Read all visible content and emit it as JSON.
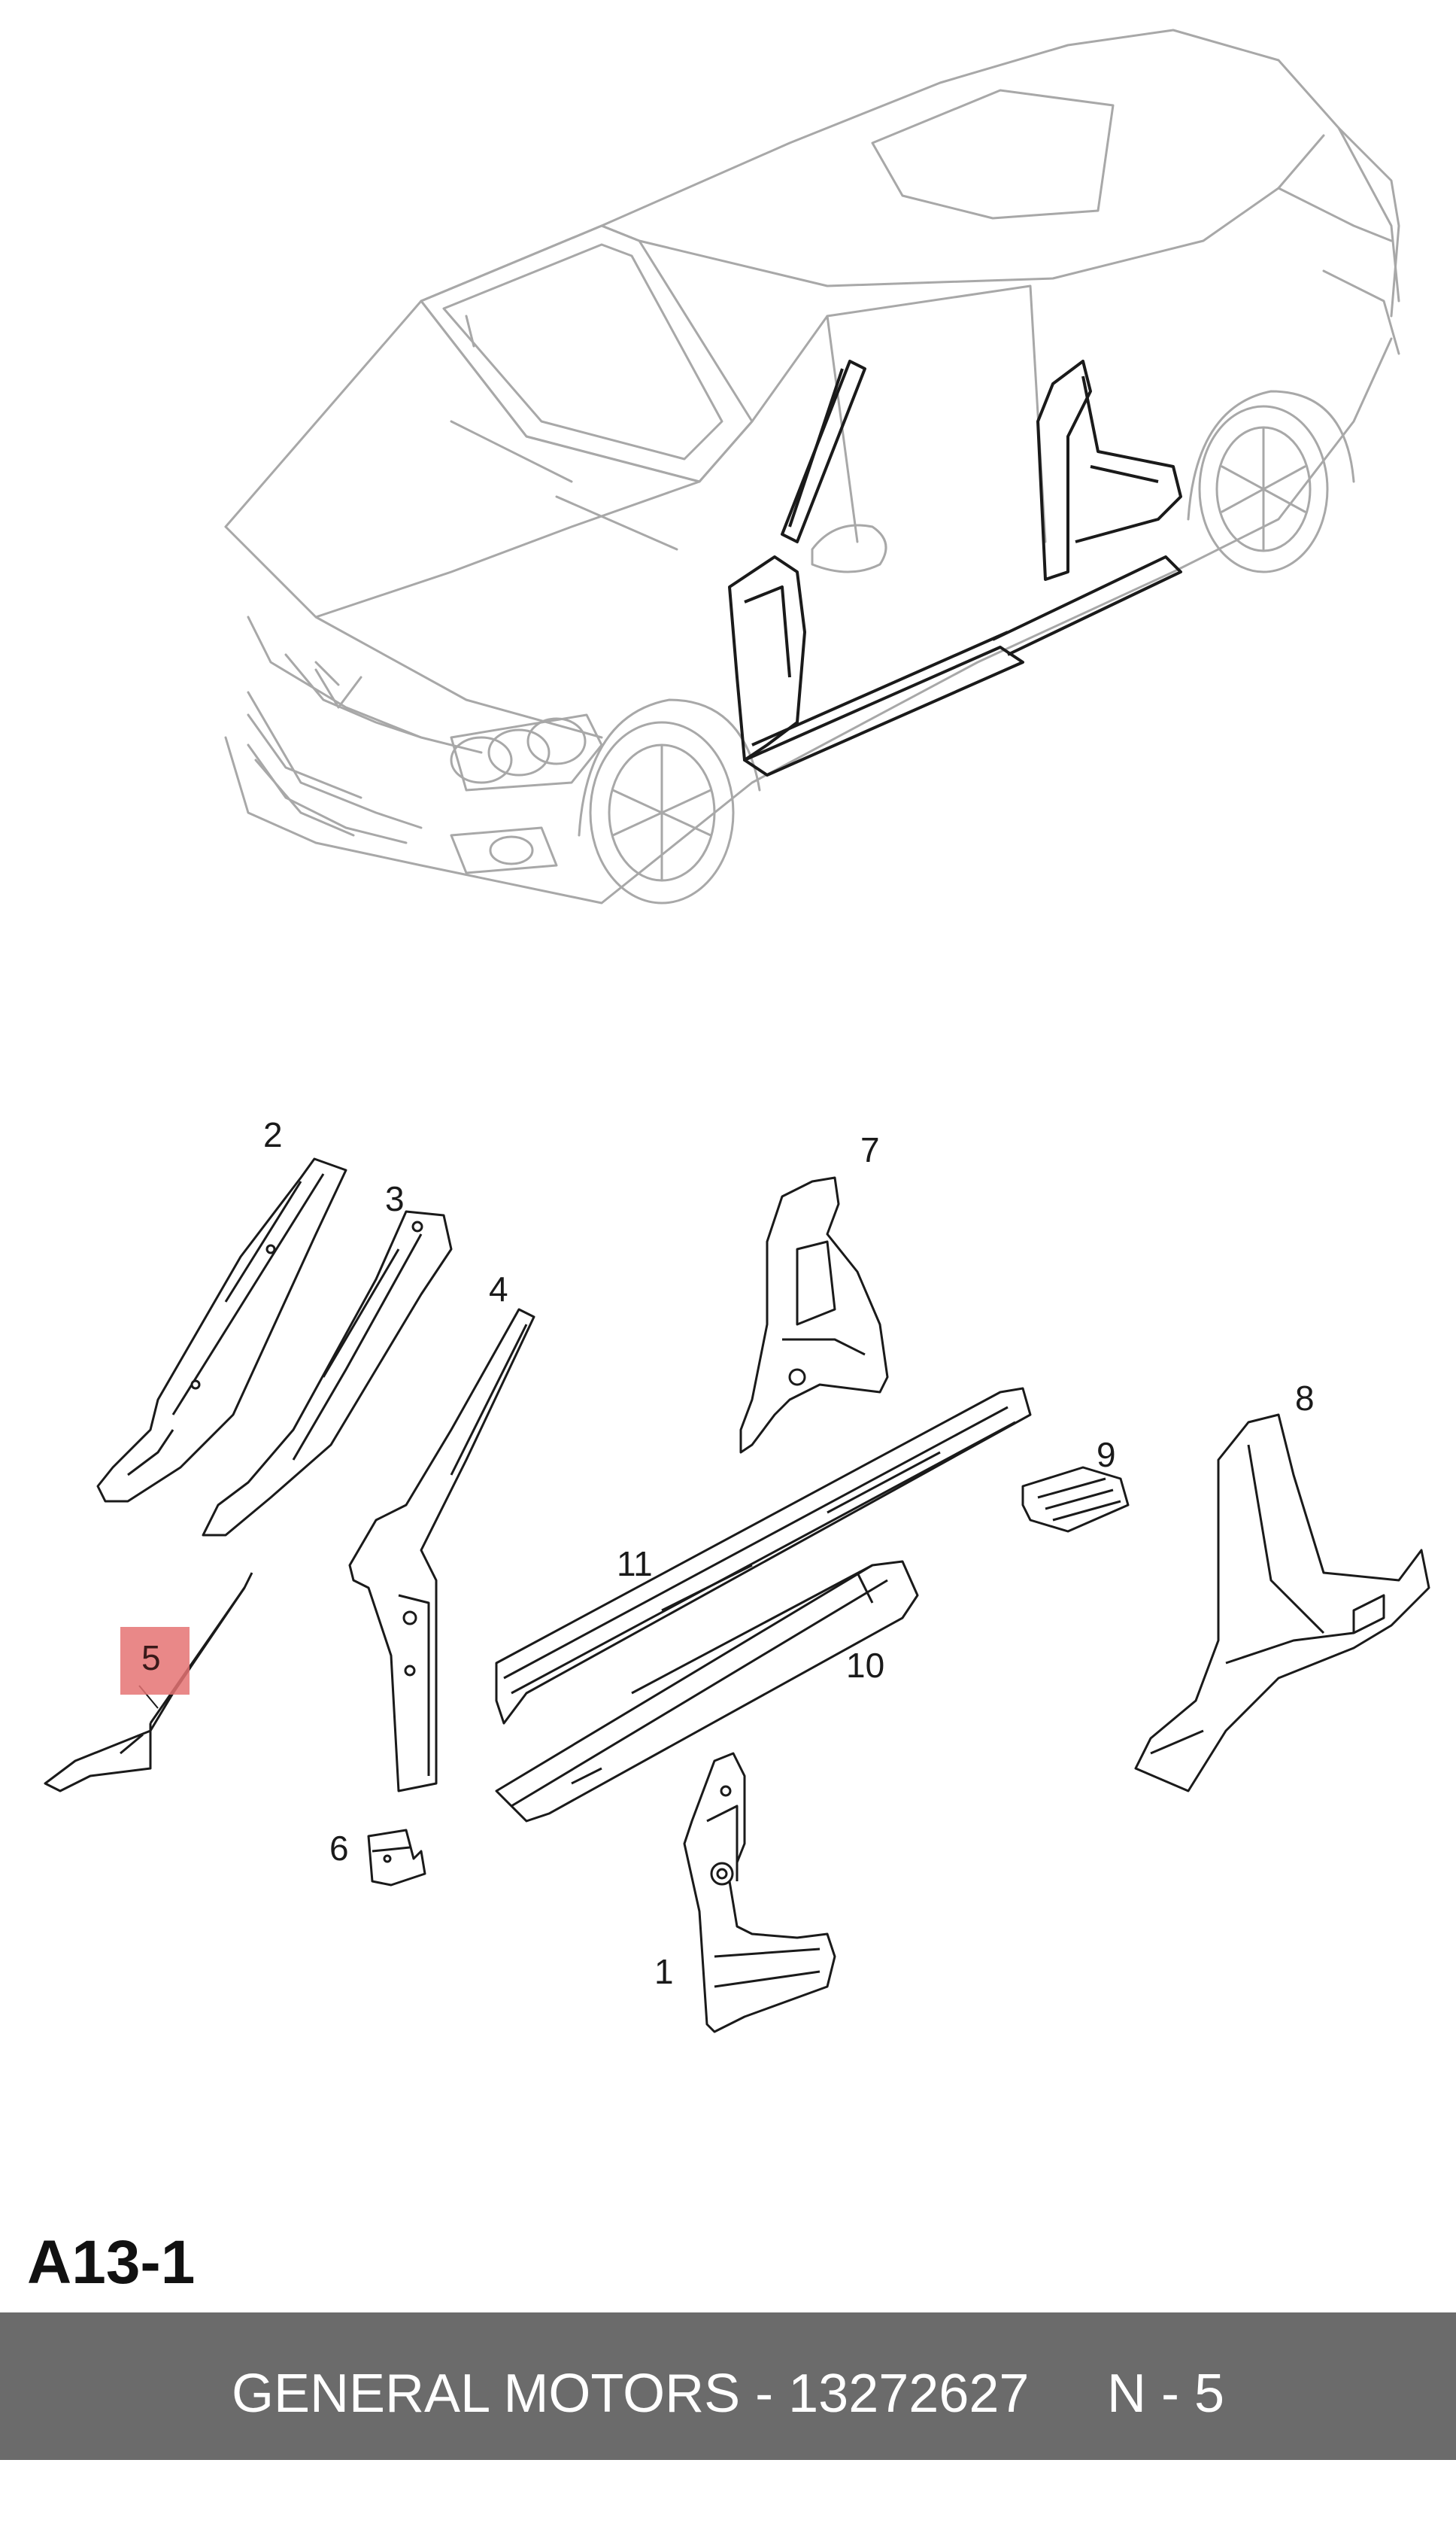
{
  "diagram_code": "A13-1",
  "footer": {
    "brand_part": "GENERAL MOTORS - 13272627",
    "note": "N - 5"
  },
  "callouts": {
    "c1": "1",
    "c2": "2",
    "c3": "3",
    "c4": "4",
    "c5": "5",
    "c6": "6",
    "c7": "7",
    "c8": "8",
    "c9": "9",
    "c10": "10",
    "c11": "11"
  },
  "colors": {
    "car_outline": "#a8a8a8",
    "part_outline": "#1a1a1a",
    "highlight": "#e57373",
    "footer_bg": "#6b6b6b",
    "footer_text": "#ffffff"
  },
  "highlighted_part": "5"
}
